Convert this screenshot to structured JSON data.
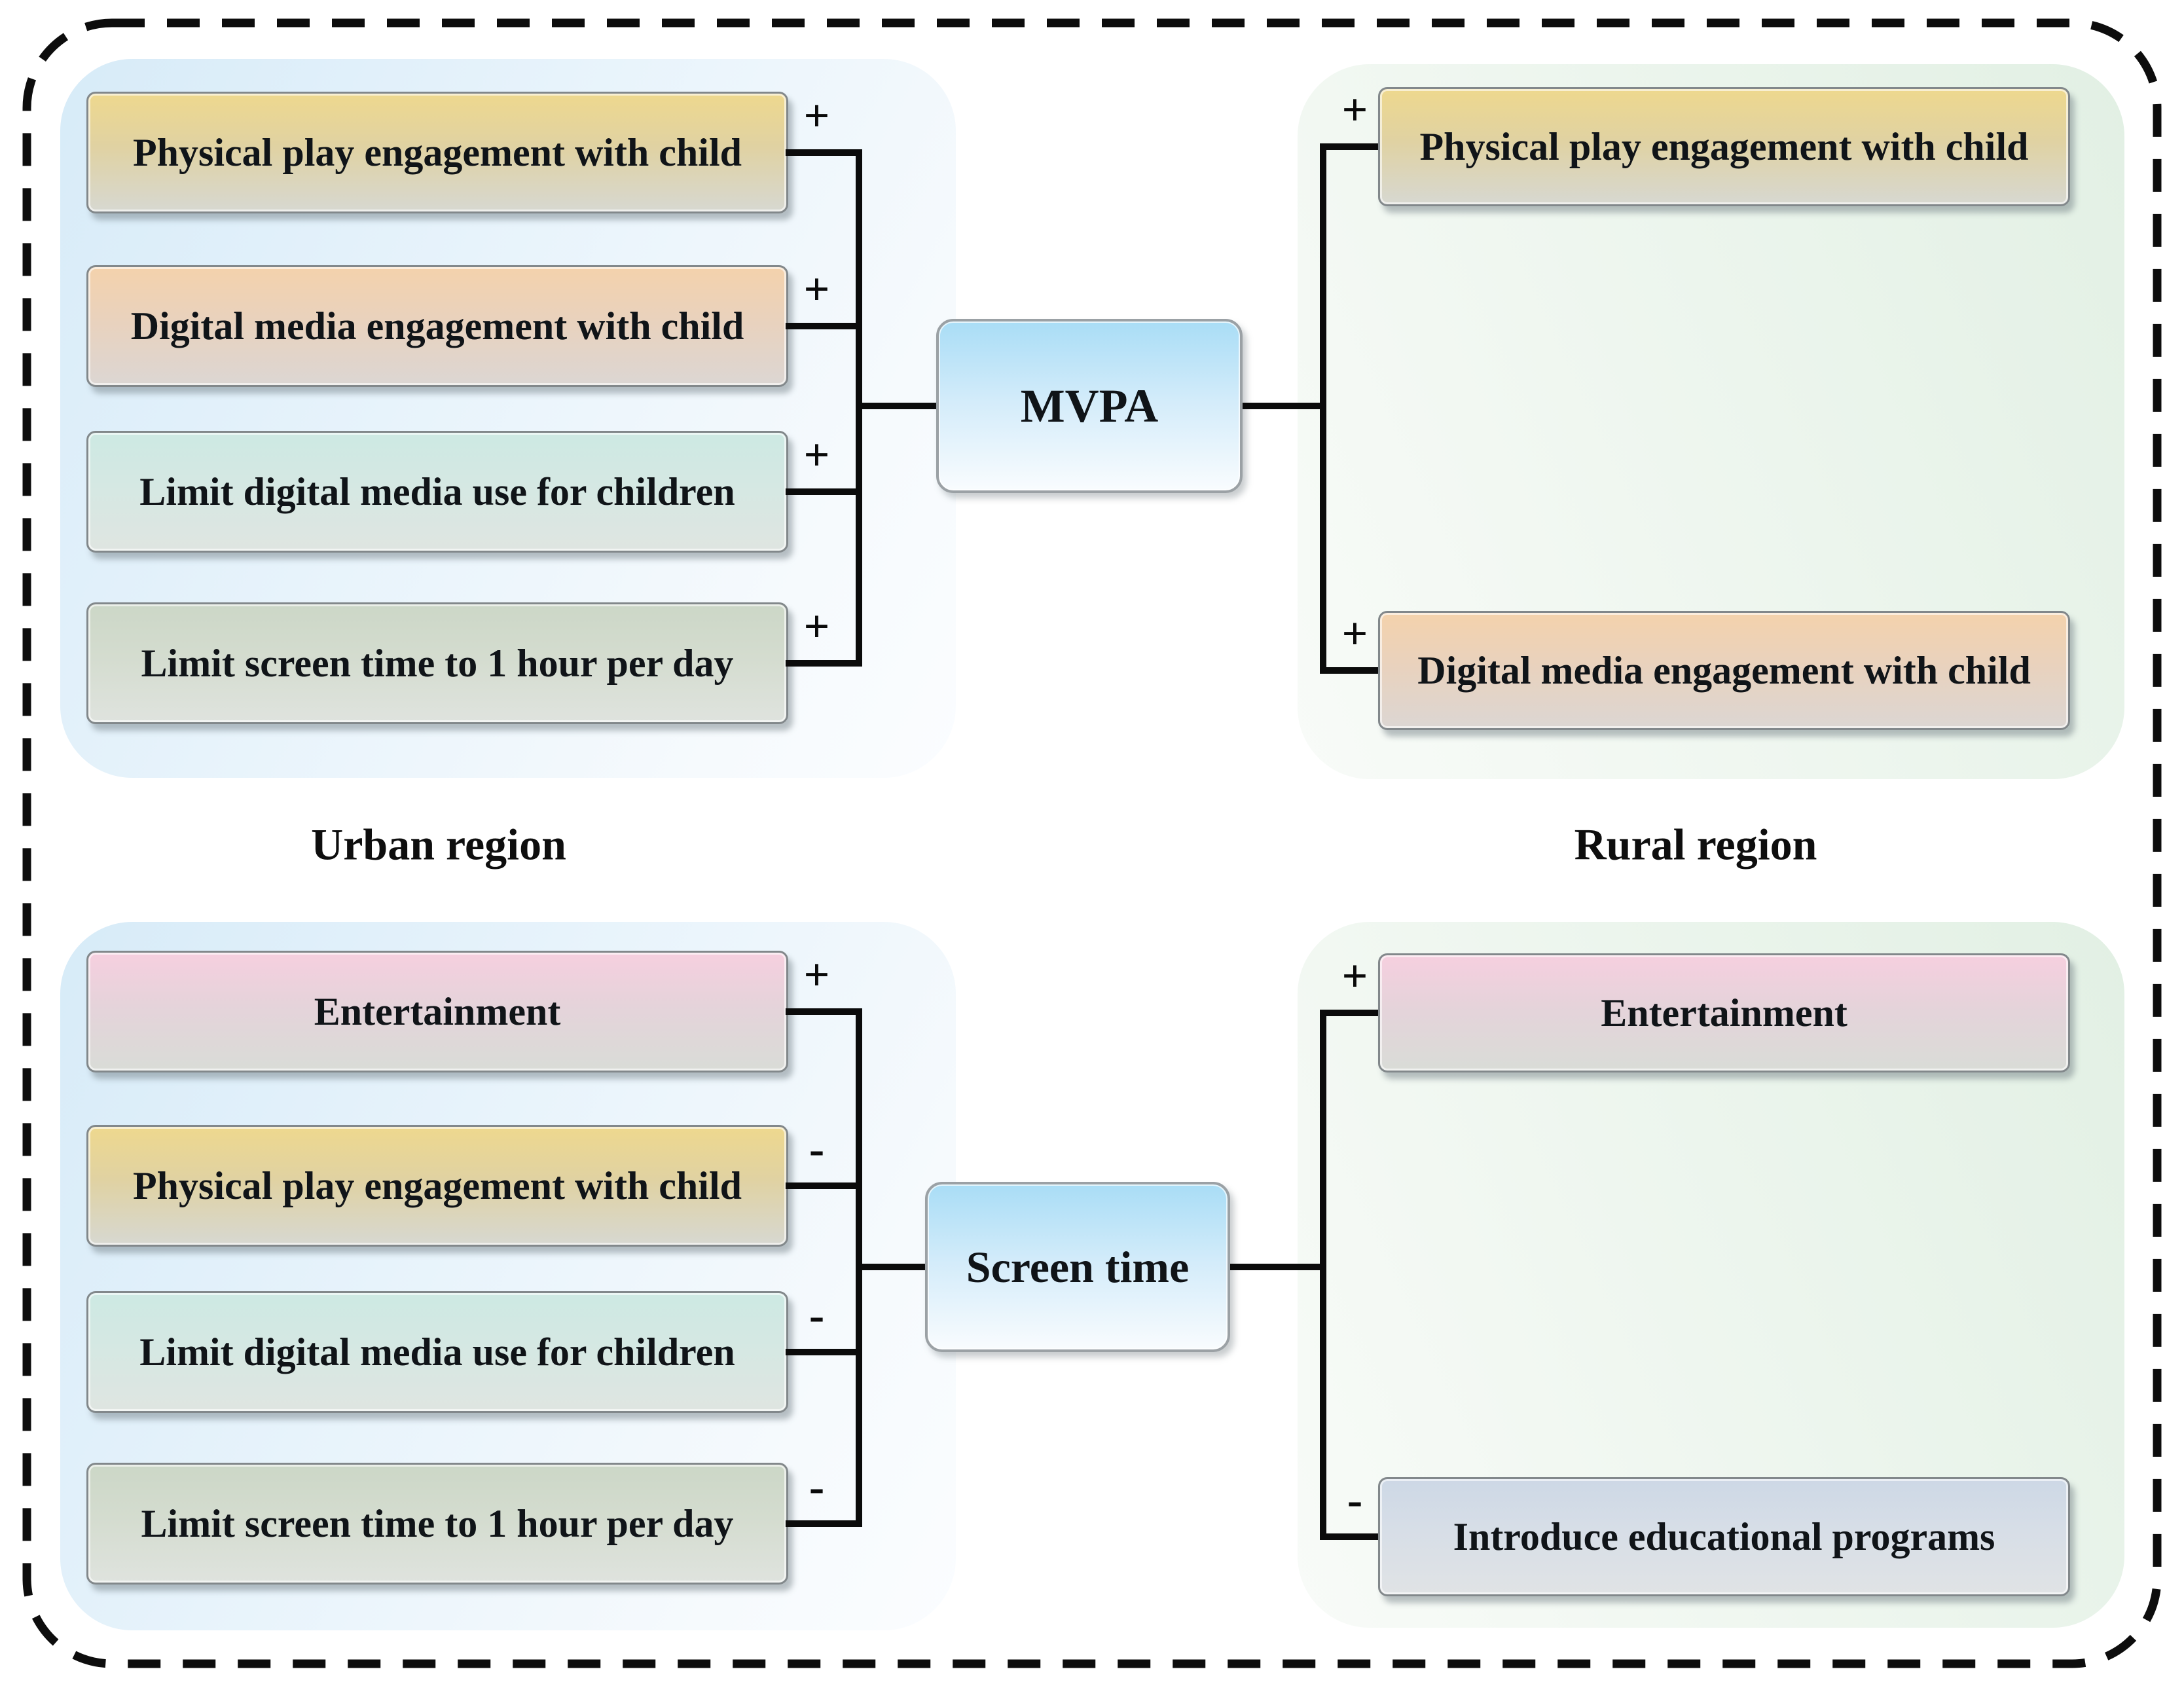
{
  "diagram": {
    "labels": {
      "urban": "Urban region",
      "rural": "Rural region"
    },
    "top": {
      "center": "MVPA",
      "left": {
        "nodes": [
          {
            "label": "Physical play engagement with child",
            "sign": "+"
          },
          {
            "label": "Digital media engagement with child",
            "sign": "+"
          },
          {
            "label": "Limit digital media use for children",
            "sign": "+"
          },
          {
            "label": "Limit screen time to 1 hour per day",
            "sign": "+"
          }
        ]
      },
      "right": {
        "nodes": [
          {
            "label": "Physical play engagement with child",
            "sign": "+"
          },
          {
            "label": "Digital media engagement with child",
            "sign": "+"
          }
        ]
      }
    },
    "bottom": {
      "center": "Screen time",
      "left": {
        "nodes": [
          {
            "label": "Entertainment",
            "sign": "+"
          },
          {
            "label": "Physical play engagement with child",
            "sign": "-"
          },
          {
            "label": "Limit digital media use for children",
            "sign": "-"
          },
          {
            "label": "Limit screen time to 1 hour per day",
            "sign": "-"
          }
        ]
      },
      "right": {
        "nodes": [
          {
            "label": "Entertainment",
            "sign": "+"
          },
          {
            "label": "Introduce educational programs",
            "sign": "-"
          }
        ]
      }
    },
    "palette": {
      "gold_top": "#eed88e",
      "gold_bottom": "#d7d8d1",
      "peach_top": "#f4d2ac",
      "peach_bottom": "#dcd6d3",
      "teal_top": "#cde9e3",
      "teal_bottom": "#dfe5e1",
      "sage_top": "#ccd7c7",
      "sage_bottom": "#dfe3de",
      "pink_top": "#f6cfdf",
      "pink_bottom": "#d9dcd7",
      "bluegray_top": "#cdd8e6",
      "bluegray_bottom": "#e0e3e5",
      "center_top": "#a9ddf6",
      "center_bottom": "#f9fcfe",
      "urban_panel": "#d7ebf8",
      "rural_panel": "#e2f0e4",
      "line": "#0b0b0b"
    }
  }
}
